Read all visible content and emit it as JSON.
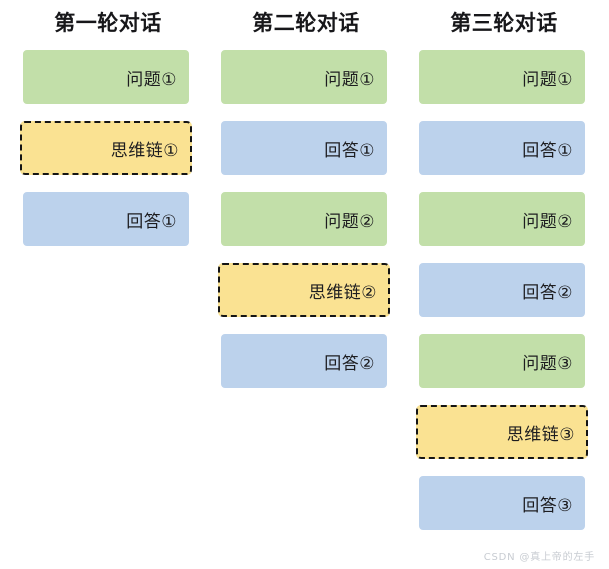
{
  "diagram": {
    "title_role": "multi-turn-dialogue-with-chain-of-thought",
    "columns": [
      {
        "title": "第一轮对话",
        "boxes": [
          {
            "label": "问题①",
            "type": "question"
          },
          {
            "label": "思维链①",
            "type": "cot"
          },
          {
            "label": "回答①",
            "type": "answer"
          }
        ]
      },
      {
        "title": "第二轮对话",
        "boxes": [
          {
            "label": "问题①",
            "type": "question"
          },
          {
            "label": "回答①",
            "type": "answer"
          },
          {
            "label": "问题②",
            "type": "question"
          },
          {
            "label": "思维链②",
            "type": "cot"
          },
          {
            "label": "回答②",
            "type": "answer"
          }
        ]
      },
      {
        "title": "第三轮对话",
        "boxes": [
          {
            "label": "问题①",
            "type": "question"
          },
          {
            "label": "回答①",
            "type": "answer"
          },
          {
            "label": "问题②",
            "type": "question"
          },
          {
            "label": "回答②",
            "type": "answer"
          },
          {
            "label": "问题③",
            "type": "question"
          },
          {
            "label": "思维链③",
            "type": "cot"
          },
          {
            "label": "回答③",
            "type": "answer"
          }
        ]
      }
    ],
    "colors": {
      "question_fill": "#c2dfa9",
      "answer_fill": "#bcd2ec",
      "cot_fill": "#fae292",
      "cot_border": "#141414",
      "title_text": "#17171a",
      "box_text": "#1d1d20",
      "watermark_text": "#c8ccd2",
      "background": "#ffffff"
    },
    "watermark": "CSDN @真上帝的左手"
  }
}
